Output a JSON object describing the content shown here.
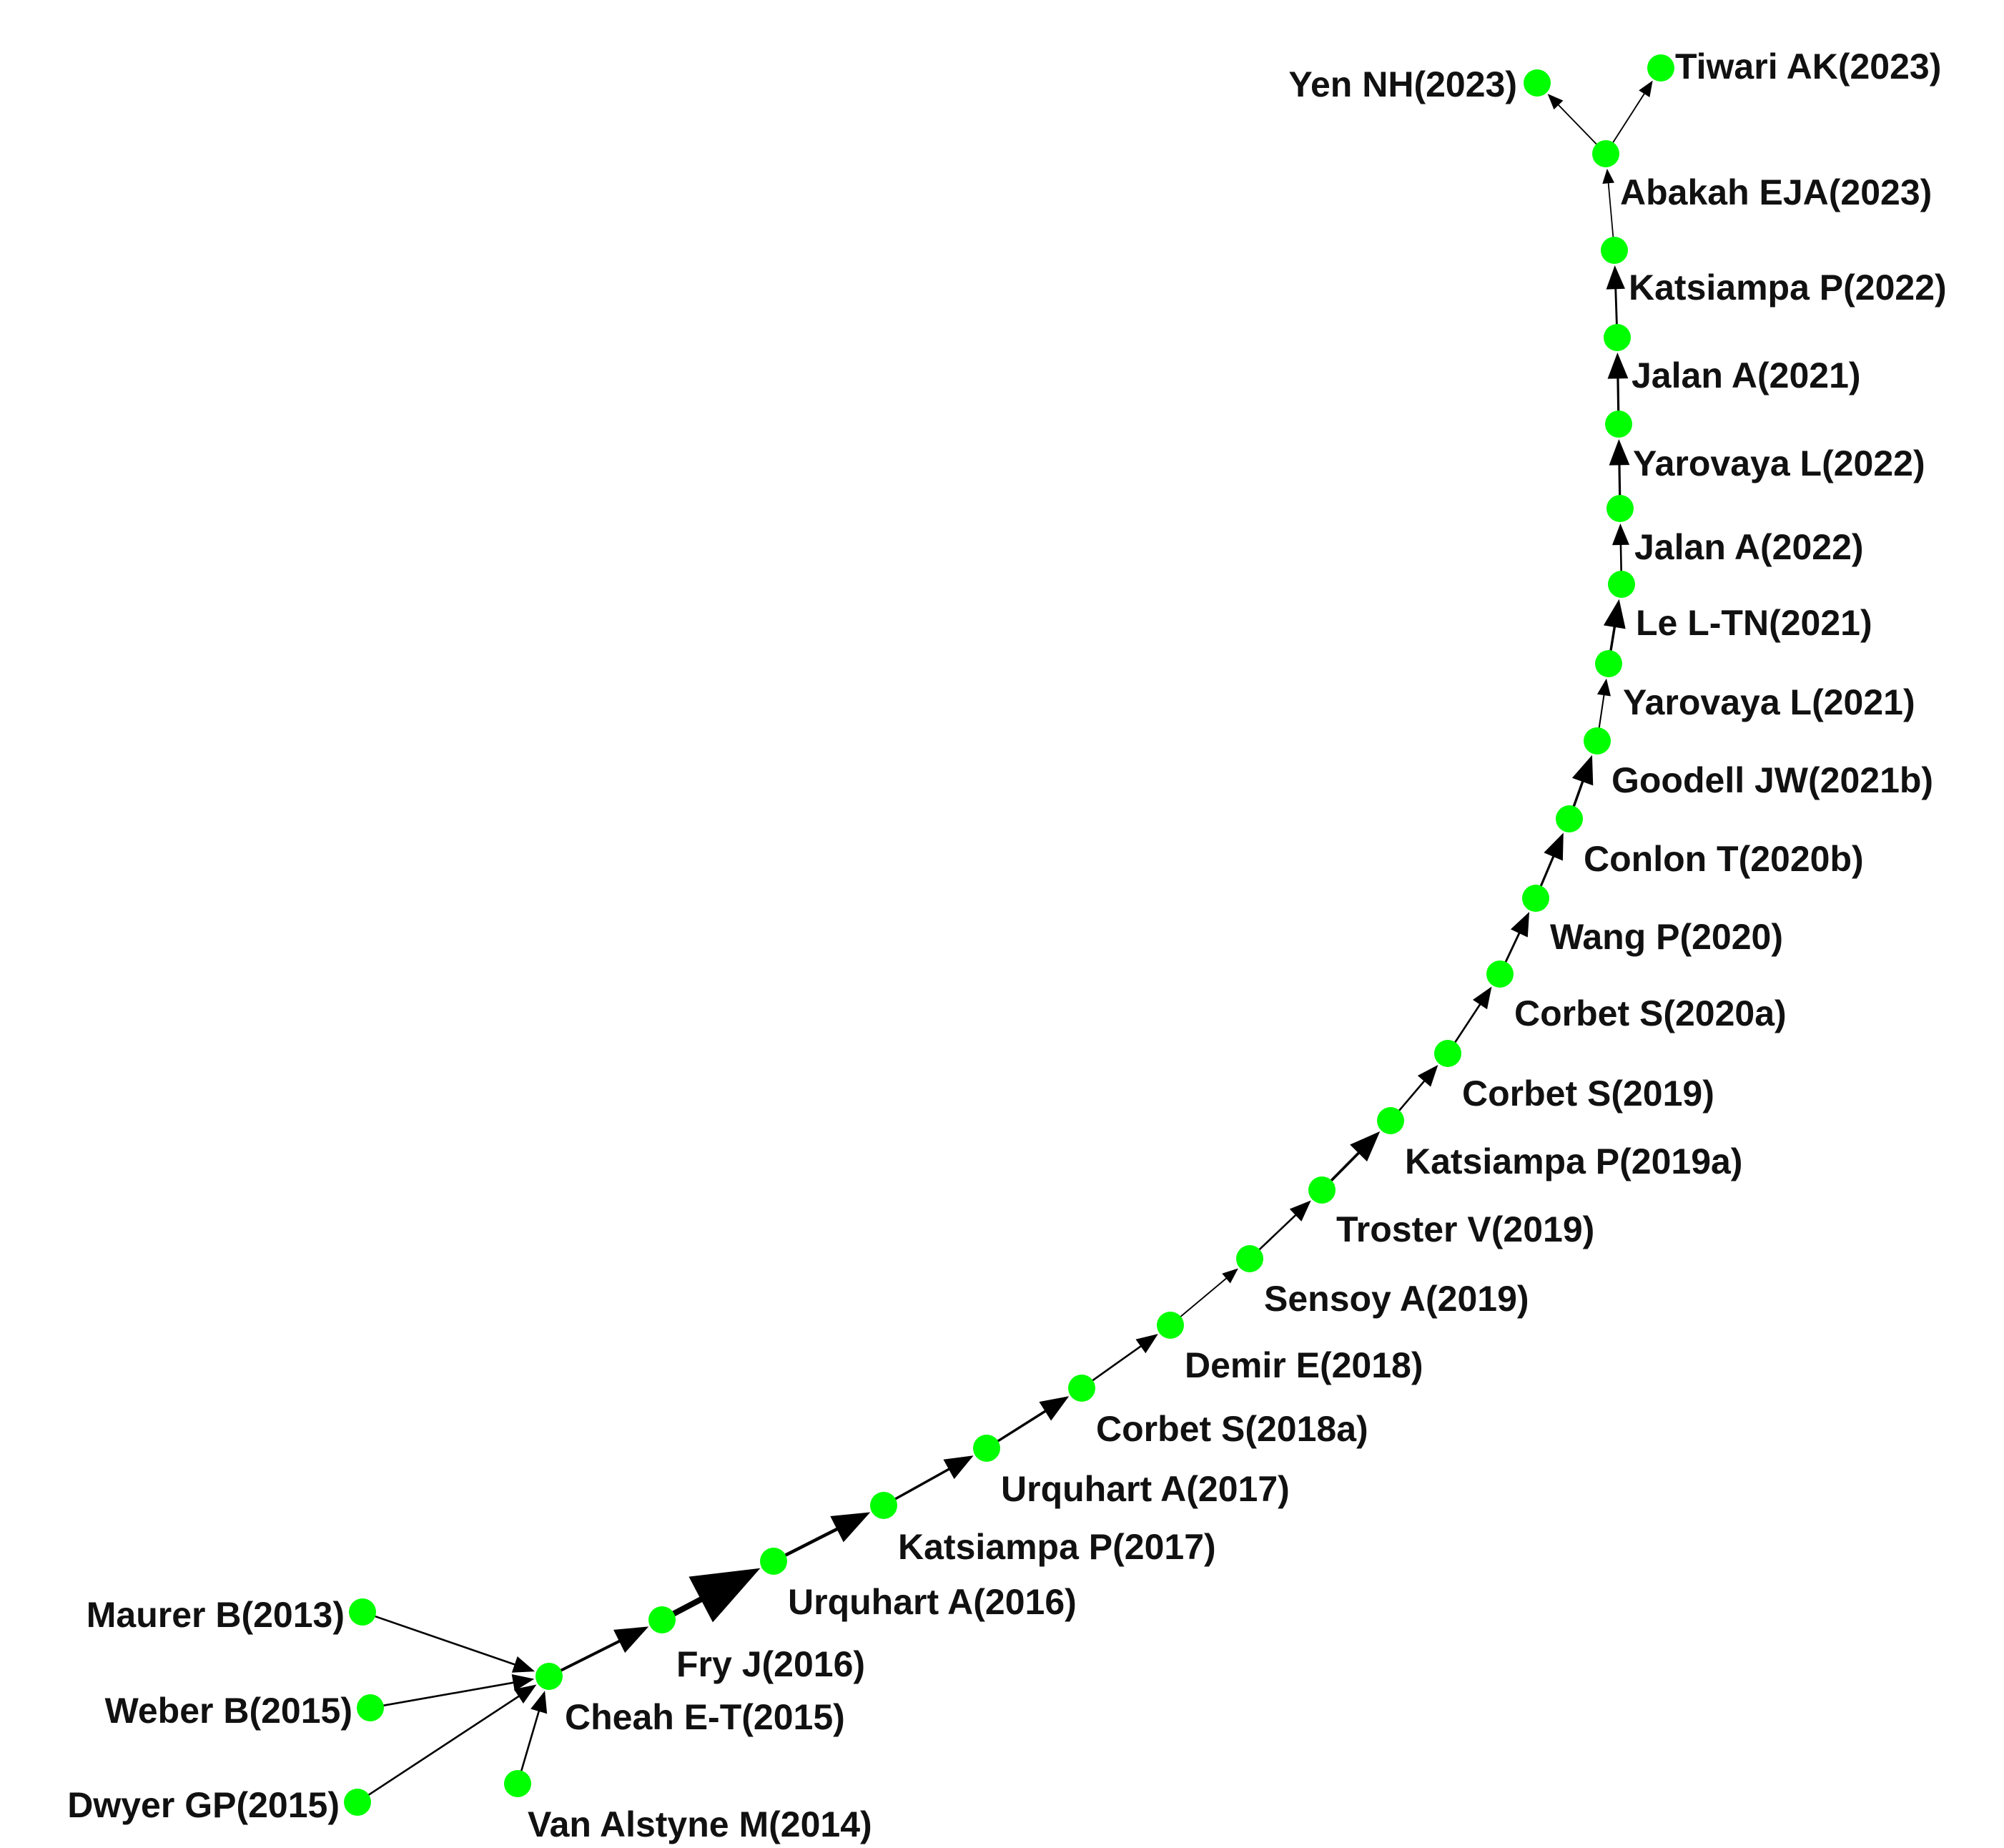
{
  "diagram": {
    "node_color": "#00ff00",
    "edge_color": "#000000",
    "nodes": [
      {
        "id": "maurer2013",
        "label": "Maurer B(2013)"
      },
      {
        "id": "weber2015",
        "label": "Weber B(2015)"
      },
      {
        "id": "dwyer2015",
        "label": "Dwyer GP(2015)"
      },
      {
        "id": "vanalstyne2014",
        "label": "Van Alstyne M(2014)"
      },
      {
        "id": "cheah2015",
        "label": "Cheah E-T(2015)"
      },
      {
        "id": "fry2016",
        "label": "Fry J(2016)"
      },
      {
        "id": "urquhart2016",
        "label": "Urquhart A(2016)"
      },
      {
        "id": "katsiampa2017",
        "label": "Katsiampa P(2017)"
      },
      {
        "id": "urquhart2017",
        "label": "Urquhart A(2017)"
      },
      {
        "id": "corbet2018a",
        "label": "Corbet S(2018a)"
      },
      {
        "id": "demir2018",
        "label": "Demir E(2018)"
      },
      {
        "id": "sensoy2019",
        "label": "Sensoy A(2019)"
      },
      {
        "id": "troster2019",
        "label": "Troster V(2019)"
      },
      {
        "id": "katsiampa2019a",
        "label": "Katsiampa P(2019a)"
      },
      {
        "id": "corbet2019",
        "label": "Corbet S(2019)"
      },
      {
        "id": "corbet2020a",
        "label": "Corbet S(2020a)"
      },
      {
        "id": "wang2020",
        "label": "Wang P(2020)"
      },
      {
        "id": "conlon2020b",
        "label": "Conlon T(2020b)"
      },
      {
        "id": "goodell2021b",
        "label": "Goodell JW(2021b)"
      },
      {
        "id": "yarovaya2021",
        "label": "Yarovaya L(2021)"
      },
      {
        "id": "le2021",
        "label": "Le L-TN(2021)"
      },
      {
        "id": "jalan2022",
        "label": "Jalan A(2022)"
      },
      {
        "id": "yarovaya2022",
        "label": "Yarovaya L(2022)"
      },
      {
        "id": "jalan2021",
        "label": "Jalan A(2021)"
      },
      {
        "id": "katsiampa2022",
        "label": "Katsiampa P(2022)"
      },
      {
        "id": "abakah2023",
        "label": "Abakah EJA(2023)"
      },
      {
        "id": "yen2023",
        "label": "Yen NH(2023)"
      },
      {
        "id": "tiwari2023",
        "label": "Tiwari AK(2023)"
      }
    ],
    "edges": [
      {
        "from": "maurer2013",
        "to": "cheah2015",
        "weight": 1
      },
      {
        "from": "weber2015",
        "to": "cheah2015",
        "weight": 1
      },
      {
        "from": "dwyer2015",
        "to": "cheah2015",
        "weight": 1
      },
      {
        "from": "vanalstyne2014",
        "to": "cheah2015",
        "weight": 1
      },
      {
        "from": "cheah2015",
        "to": "fry2016",
        "weight": 2
      },
      {
        "from": "fry2016",
        "to": "urquhart2016",
        "weight": 5
      },
      {
        "from": "urquhart2016",
        "to": "katsiampa2017",
        "weight": 2.4
      },
      {
        "from": "katsiampa2017",
        "to": "urquhart2017",
        "weight": 1.6
      },
      {
        "from": "urquhart2017",
        "to": "corbet2018a",
        "weight": 1.6
      },
      {
        "from": "corbet2018a",
        "to": "demir2018",
        "weight": 1
      },
      {
        "from": "demir2018",
        "to": "sensoy2019",
        "weight": 0.5
      },
      {
        "from": "sensoy2019",
        "to": "troster2019",
        "weight": 1
      },
      {
        "from": "troster2019",
        "to": "katsiampa2019a",
        "weight": 1.8
      },
      {
        "from": "katsiampa2019a",
        "to": "corbet2019",
        "weight": 1
      },
      {
        "from": "corbet2019",
        "to": "corbet2020a",
        "weight": 1
      },
      {
        "from": "corbet2020a",
        "to": "wang2020",
        "weight": 1.2
      },
      {
        "from": "wang2020",
        "to": "conlon2020b",
        "weight": 1.4
      },
      {
        "from": "conlon2020b",
        "to": "goodell2021b",
        "weight": 1.6
      },
      {
        "from": "goodell2021b",
        "to": "yarovaya2021",
        "weight": 0.6
      },
      {
        "from": "yarovaya2021",
        "to": "le2021",
        "weight": 1.6
      },
      {
        "from": "le2021",
        "to": "jalan2022",
        "weight": 1
      },
      {
        "from": "jalan2022",
        "to": "yarovaya2022",
        "weight": 1.4
      },
      {
        "from": "yarovaya2022",
        "to": "jalan2021",
        "weight": 1.4
      },
      {
        "from": "jalan2021",
        "to": "katsiampa2022",
        "weight": 1.2
      },
      {
        "from": "katsiampa2022",
        "to": "abakah2023",
        "weight": 0.4
      },
      {
        "from": "abakah2023",
        "to": "yen2023",
        "weight": 0.5
      },
      {
        "from": "abakah2023",
        "to": "tiwari2023",
        "weight": 0.5
      }
    ]
  }
}
